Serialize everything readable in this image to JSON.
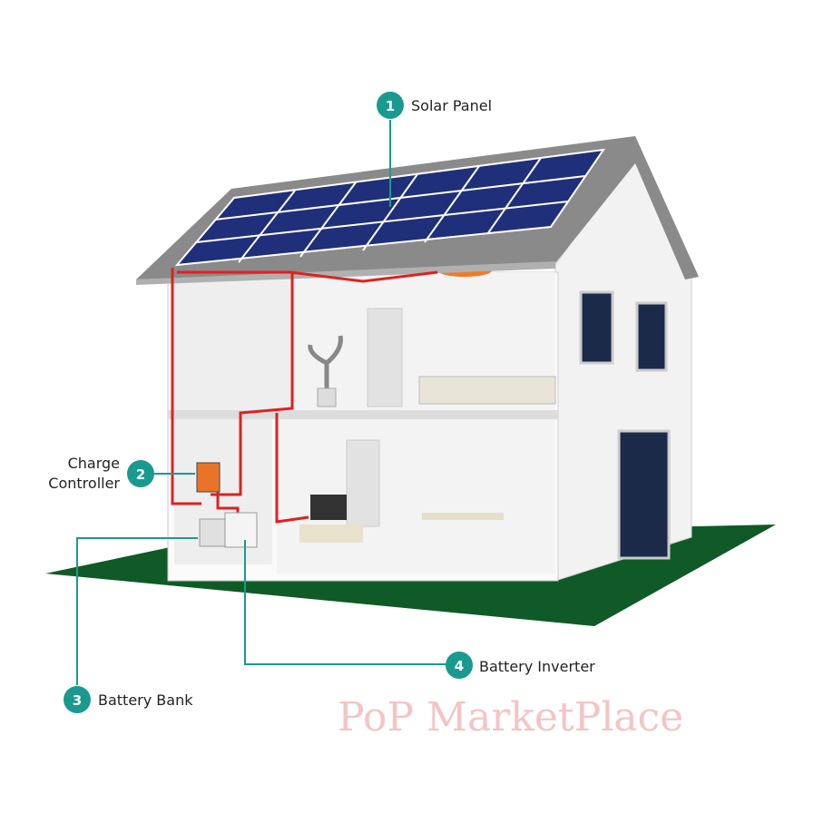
{
  "labels": [
    {
      "number": "1",
      "text": "Solar Panel"
    },
    {
      "number": "2",
      "text_line1": "Charge",
      "text_line2": "Controller"
    },
    {
      "number": "3",
      "text": "Battery Bank"
    },
    {
      "number": "4",
      "text": "Battery Inverter"
    }
  ],
  "watermark": "PoP MarketPlace",
  "colors": {
    "accent": "#1a9a8f",
    "wire": "#e02020",
    "ground": "#0f5a26",
    "panel": "#1f2f7a",
    "roof": "#8a8a8a"
  }
}
